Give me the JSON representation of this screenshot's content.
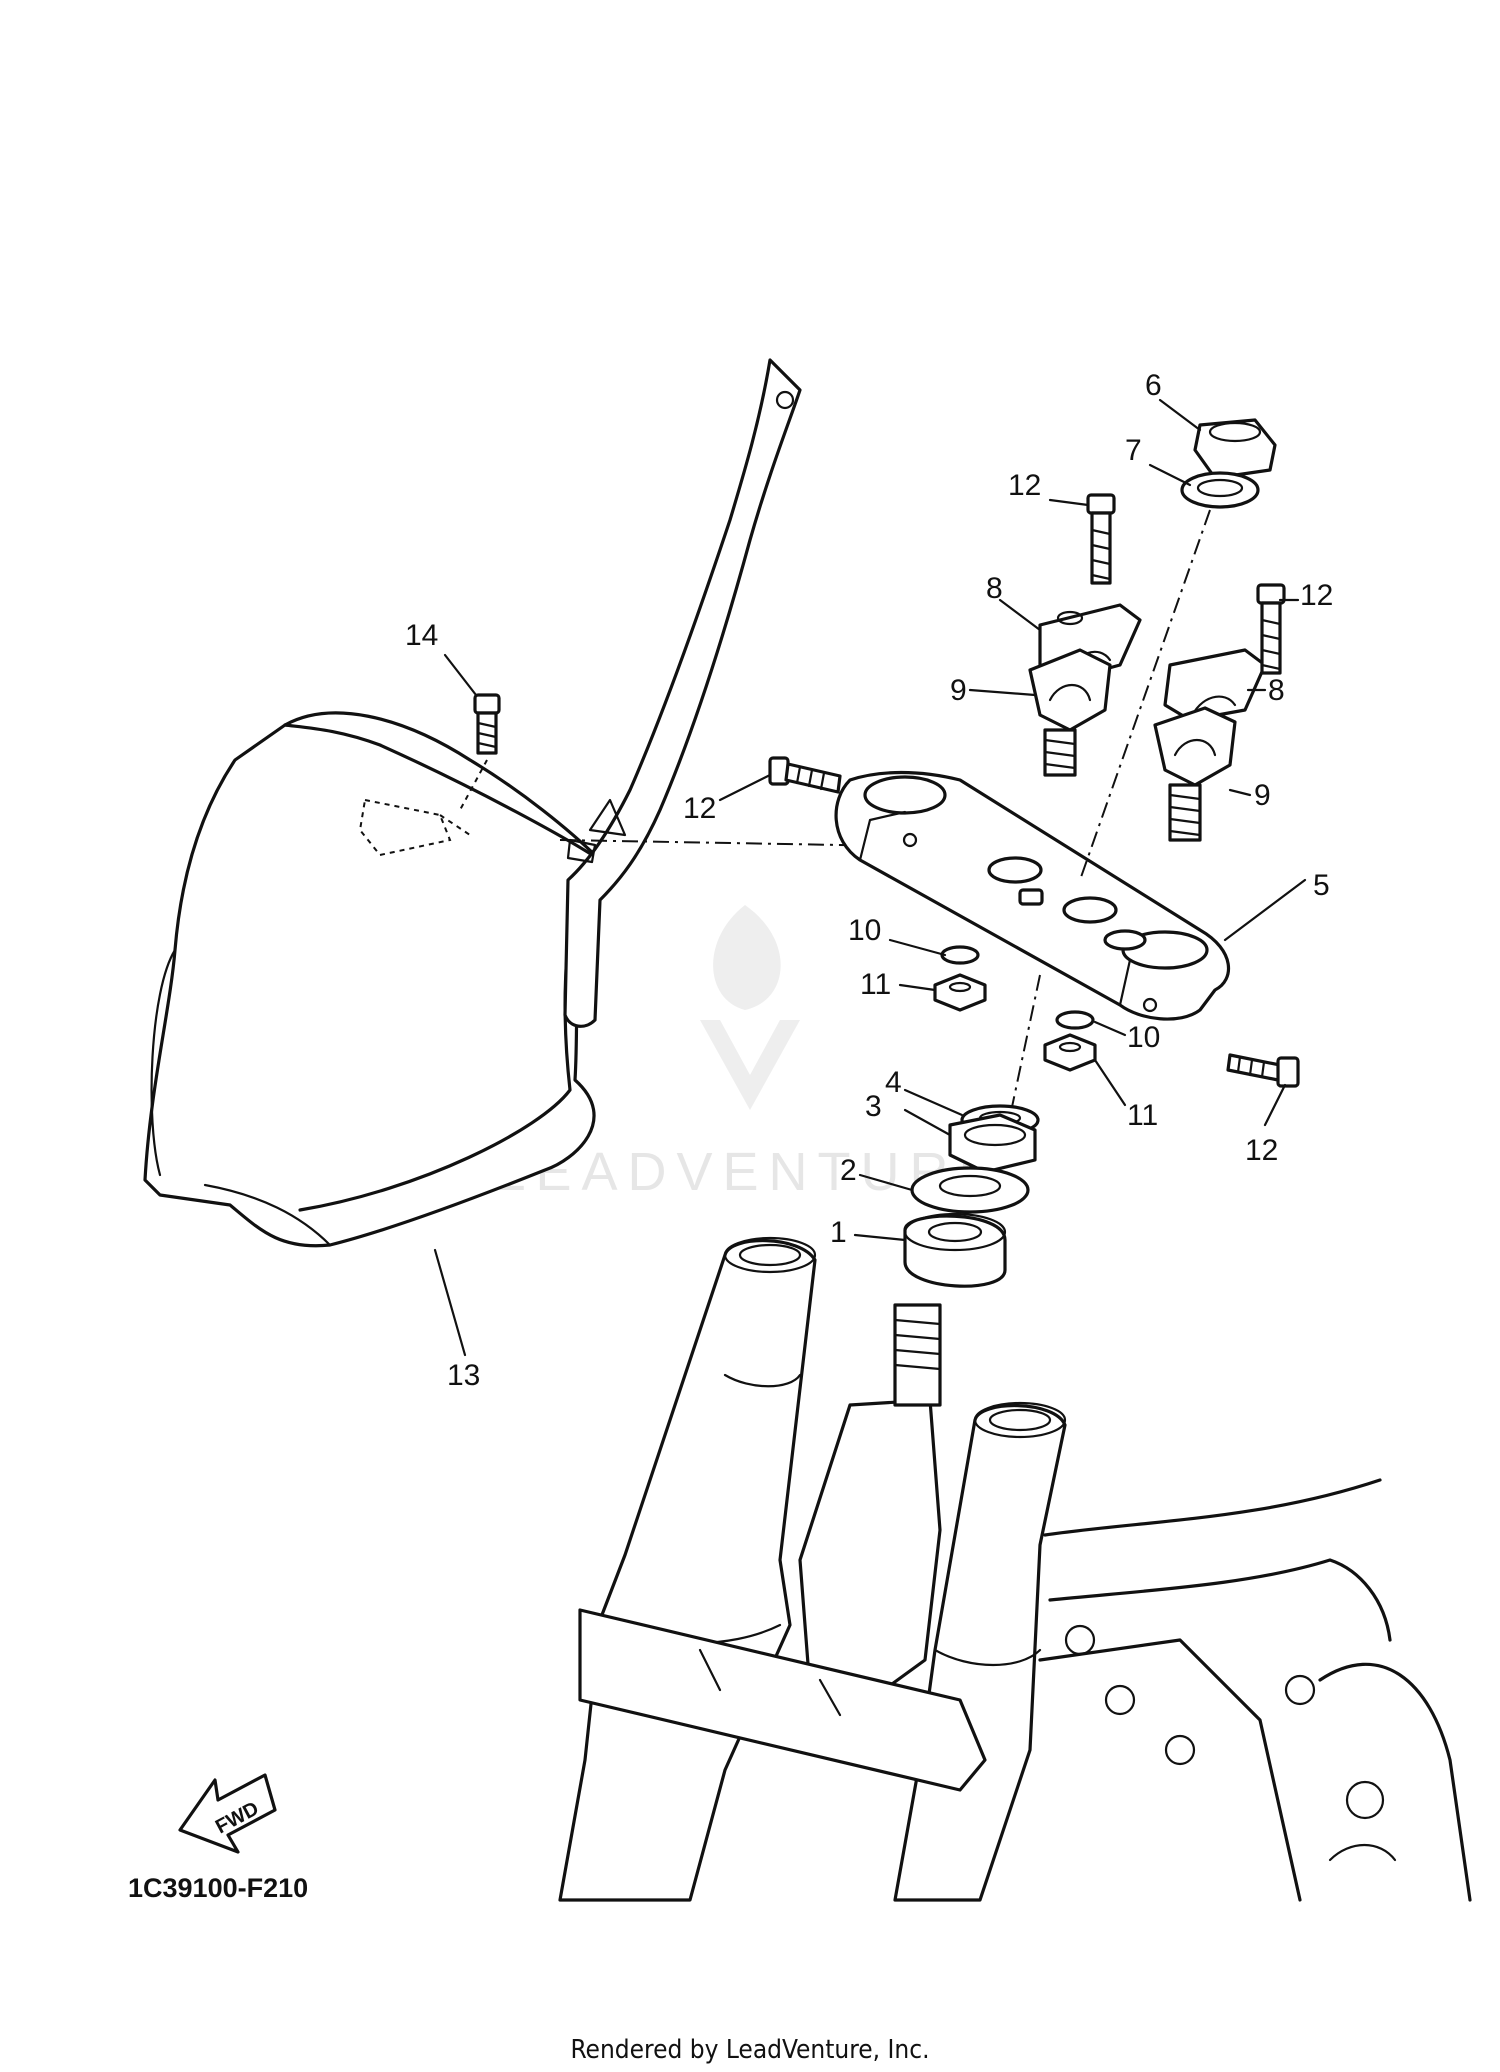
{
  "diagram": {
    "callouts": [
      "1",
      "2",
      "3",
      "4",
      "5",
      "6",
      "7",
      "8",
      "8",
      "9",
      "9",
      "10",
      "10",
      "11",
      "11",
      "12",
      "12",
      "12",
      "12",
      "13",
      "14"
    ],
    "part_code": "1C39100-F210",
    "fwd_label": "FWD",
    "watermark": "LEADVENTURE",
    "footer": "Rendered by LeadVenture, Inc."
  }
}
